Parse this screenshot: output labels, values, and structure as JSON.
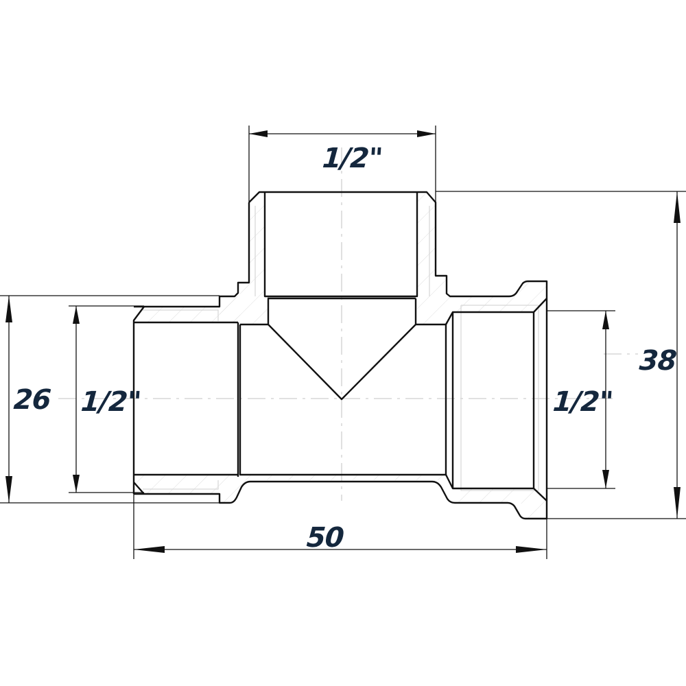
{
  "drawing": {
    "subject": "Tee fitting, female thread on all three ports",
    "colors": {
      "line": "#111111",
      "dimension_text": "#14273d",
      "centerline": "#cfcfcf",
      "hatch": "#dedede",
      "background": "#ffffff"
    },
    "dimensions": {
      "top_port_thread": "1/2\"",
      "left_port_thread": "1/2\"",
      "right_port_thread": "1/2\"",
      "body_diameter_left": "26",
      "total_height": "38",
      "total_length": "50"
    }
  }
}
